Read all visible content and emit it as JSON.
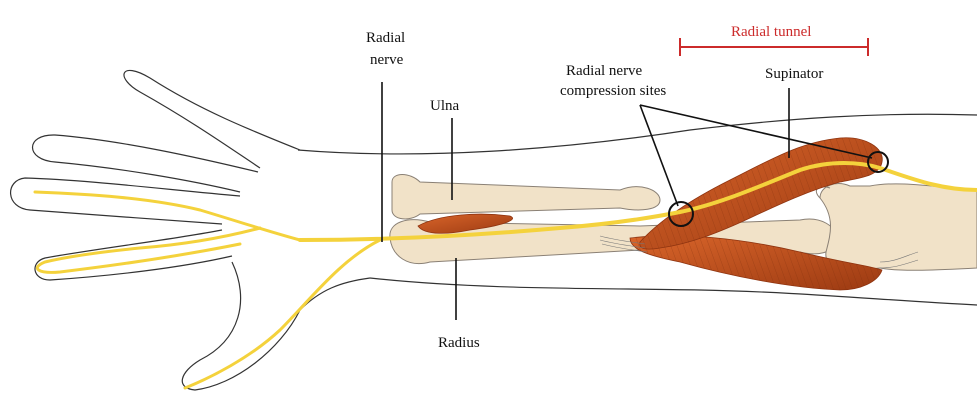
{
  "labels": {
    "radial_nerve_line1": "Radial",
    "radial_nerve_line2": "nerve",
    "ulna": "Ulna",
    "radius": "Radius",
    "compression_line1": "Radial nerve",
    "compression_line2": "compression sites",
    "supinator": "Supinator",
    "radial_tunnel": "Radial tunnel"
  },
  "colors": {
    "outline": "#333333",
    "nerve": "#f4d23c",
    "bone": "#f1e2c8",
    "bone_edge": "#8a8075",
    "muscle": "#c2521c",
    "muscle_dark": "#8f3410",
    "tunnel": "#cc2b2b",
    "pointer": "#111111"
  }
}
